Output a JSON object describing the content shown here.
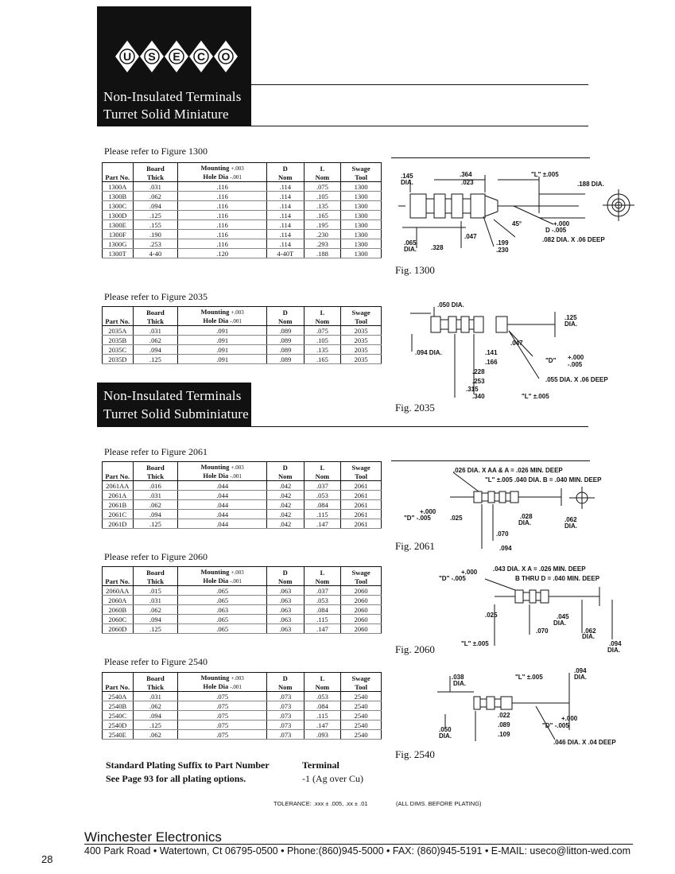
{
  "header": {
    "logo_letters": [
      "U",
      "S",
      "E",
      "C",
      "O"
    ],
    "title_line1": "Non-Insulated Terminals",
    "title_line2": "Turret Solid Miniature"
  },
  "section2": {
    "title_line1": "Non-Insulated Terminals",
    "title_line2": "Turret Solid Subminiature"
  },
  "columns": {
    "part_no": "Part No.",
    "board_a": "Board",
    "board_b": "Thick",
    "mount_a": "Mounting",
    "mount_tol_plus": "+.003",
    "mount_b": "Hole Dia",
    "mount_tol_minus": "-.001",
    "d_a": "D",
    "d_b": "Nom",
    "l_a": "L",
    "l_b": "Nom",
    "swage_a": "Swage",
    "swage_b": "Tool"
  },
  "tables": [
    {
      "refer": "Please refer to Figure 1300",
      "fig_label": "Fig. 1300",
      "rows": [
        [
          "1300A",
          ".031",
          ".116",
          ".114",
          ".075",
          "1300"
        ],
        [
          "1300B",
          ".062",
          ".116",
          ".114",
          ".105",
          "1300"
        ],
        [
          "1300C",
          ".094",
          ".116",
          ".114",
          ".135",
          "1300"
        ],
        [
          "1300D",
          ".125",
          ".116",
          ".114",
          ".165",
          "1300"
        ],
        [
          "1300E",
          ".155",
          ".116",
          ".114",
          ".195",
          "1300"
        ],
        [
          "1300F",
          ".190",
          ".116",
          ".114",
          ".230",
          "1300"
        ],
        [
          "1300G",
          ".253",
          ".116",
          ".114",
          ".293",
          "1300"
        ],
        [
          "1300T",
          "4-40",
          ".120",
          "4-40T",
          ".188",
          "1300"
        ]
      ]
    },
    {
      "refer": "Please refer to Figure 2035",
      "fig_label": "Fig. 2035",
      "rows": [
        [
          "2035A",
          ".031",
          ".091",
          ".089",
          ".075",
          "2035"
        ],
        [
          "2035B",
          ".062",
          ".091",
          ".089",
          ".105",
          "2035"
        ],
        [
          "2035C",
          ".094",
          ".091",
          ".089",
          ".135",
          "2035"
        ],
        [
          "2035D",
          ".125",
          ".091",
          ".089",
          ".165",
          "2035"
        ]
      ]
    },
    {
      "refer": "Please refer to Figure 2061",
      "fig_label": "Fig. 2061",
      "rows": [
        [
          "2061AA",
          ".016",
          ".044",
          ".042",
          ".037",
          "2061"
        ],
        [
          "2061A",
          ".031",
          ".044",
          ".042",
          ".053",
          "2061"
        ],
        [
          "2061B",
          ".062",
          ".044",
          ".042",
          ".084",
          "2061"
        ],
        [
          "2061C",
          ".094",
          ".044",
          ".042",
          ".115",
          "2061"
        ],
        [
          "2061D",
          ".125",
          ".044",
          ".042",
          ".147",
          "2061"
        ]
      ]
    },
    {
      "refer": "Please refer to Figure 2060",
      "fig_label": "Fig. 2060",
      "rows": [
        [
          "2060AA",
          ".015",
          ".065",
          ".063",
          ".037",
          "2060"
        ],
        [
          "2060A",
          ".031",
          ".065",
          ".063",
          ".053",
          "2060"
        ],
        [
          "2060B",
          ".062",
          ".063",
          ".063",
          ".084",
          "2060"
        ],
        [
          "2060C",
          ".094",
          ".065",
          ".063",
          ".115",
          "2060"
        ],
        [
          "2060D",
          ".125",
          ".065",
          ".063",
          ".147",
          "2060"
        ]
      ]
    },
    {
      "refer": "Please refer to Figure 2540",
      "fig_label": "Fig. 2540",
      "rows": [
        [
          "2540A",
          ".031",
          ".075",
          ".073",
          ".053",
          "2540"
        ],
        [
          "2540B",
          ".062",
          ".075",
          ".073",
          ".084",
          "2540"
        ],
        [
          "2540C",
          ".094",
          ".075",
          ".073",
          ".115",
          "2540"
        ],
        [
          "2540D",
          ".125",
          ".075",
          ".073",
          ".147",
          "2540"
        ],
        [
          "2540E",
          ".062",
          ".075",
          ".073",
          ".093",
          "2540"
        ]
      ]
    }
  ],
  "drawings": {
    "fig1300": {
      "d145": ".145",
      "dia": "DIA.",
      "d364": ".364",
      "d023": ".023",
      "l_tol": "\"L\" ±.005",
      "d188": ".188 DIA.",
      "deg45": "45°",
      "d047": ".047",
      "d065": ".065",
      "dia2": "DIA.",
      "d328": ".328",
      "d199": ".199",
      "d230": ".230",
      "dtol_p": "+.000",
      "dtol_m": "D -.005",
      "hole": ".082 DIA. X .06 DEEP"
    },
    "fig2035": {
      "d050": ".050 DIA.",
      "d125": ".125",
      "dia": "DIA.",
      "d047": ".047",
      "d094": ".094 DIA.",
      "d141": ".141",
      "d166": ".166",
      "d228": ".228",
      "d253": ".253",
      "d315": ".315",
      "d340": ".340",
      "dtol_p": "+.000",
      "dtol_d": "\"D\"",
      "dtol_m": "-.005",
      "hole": ".055 DIA. X .06 DEEP",
      "l_tol": "\"L\" ±.005"
    },
    "fig2061": {
      "note1": ".026 DIA. X AA & A = .026 MIN. DEEP",
      "note2": "\"L\" ±.005  .040 DIA.   B = .040 MIN. DEEP",
      "dtol_p": "+.000",
      "dtol": "\"D\" -.005",
      "d025": ".025",
      "d028": ".028",
      "dia": "DIA.",
      "d062": ".062",
      "dia2": "DIA.",
      "d070": ".070",
      "d094": ".094"
    },
    "fig2060": {
      "dtol_p": "+.000",
      "dtol": "\"D\" -.005",
      "note1": ".043 DIA. X A = .026 MIN. DEEP",
      "note2": "B THRU D = .040 MIN. DEEP",
      "d025": ".025",
      "d045": ".045",
      "dia": "DIA.",
      "d070": ".070",
      "d062": ".062",
      "dia2": "DIA.",
      "l_tol": "\"L\" ±.005",
      "d094": ".094",
      "dia3": "DIA."
    },
    "fig2540": {
      "d038": ".038",
      "dia": "DIA.",
      "l_tol": "\"L\" ±.005",
      "d094": ".094",
      "dia2": "DIA.",
      "d022": ".022",
      "d089": ".089",
      "d109": ".109",
      "d050": ".050",
      "dia3": "DIA.",
      "dtol_p": "+.000",
      "dtol": "\"D\" -.005",
      "hole": ".046 DIA. X .04 DEEP"
    }
  },
  "plating": {
    "line1": "Standard Plating Suffix to Part Number",
    "line2": "See Page 93 for all plating options.",
    "terminal_head": "Terminal",
    "terminal_val": "-1 (Ag over Cu)"
  },
  "tolerance": "TOLERANCE: .xxx ± .005, .xx ± .01",
  "tolerance_note": "(ALL DIMS. BEFORE PLATING)",
  "footer": {
    "company": "Winchester Electronics",
    "address": "400 Park Road • Watertown, Ct 06795-0500 • Phone:(860)945-5000 • FAX: (860)945-5191 • E-MAIL: useco@litton-wed.com",
    "page_number": "28"
  }
}
